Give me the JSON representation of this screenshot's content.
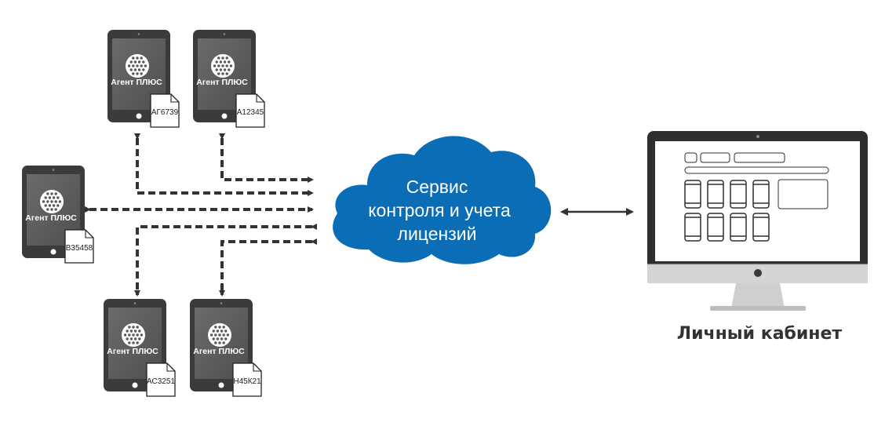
{
  "devices": [
    {
      "app_name": "Агент ПЛЮС",
      "license_code": "АГ6739"
    },
    {
      "app_name": "Агент ПЛЮС",
      "license_code": "А12345"
    },
    {
      "app_name": "Агент ПЛЮС",
      "license_code": "В35458"
    },
    {
      "app_name": "Агент ПЛЮС",
      "license_code": "АС3251"
    },
    {
      "app_name": "Агент ПЛЮС",
      "license_code": "Н45К21"
    }
  ],
  "cloud": {
    "line1": "Сервис",
    "line2": "контроля и учета",
    "line3": "лицензий"
  },
  "cabinet": {
    "label": "Личный кабинет"
  },
  "colors": {
    "cloud": "#0a6db5",
    "tablet_body": "#3b3b3c",
    "tablet_screen": "#58595b",
    "arrow": "#333333",
    "monitor_bezel": "#2f2f30",
    "monitor_chin": "#d4d4d4"
  }
}
